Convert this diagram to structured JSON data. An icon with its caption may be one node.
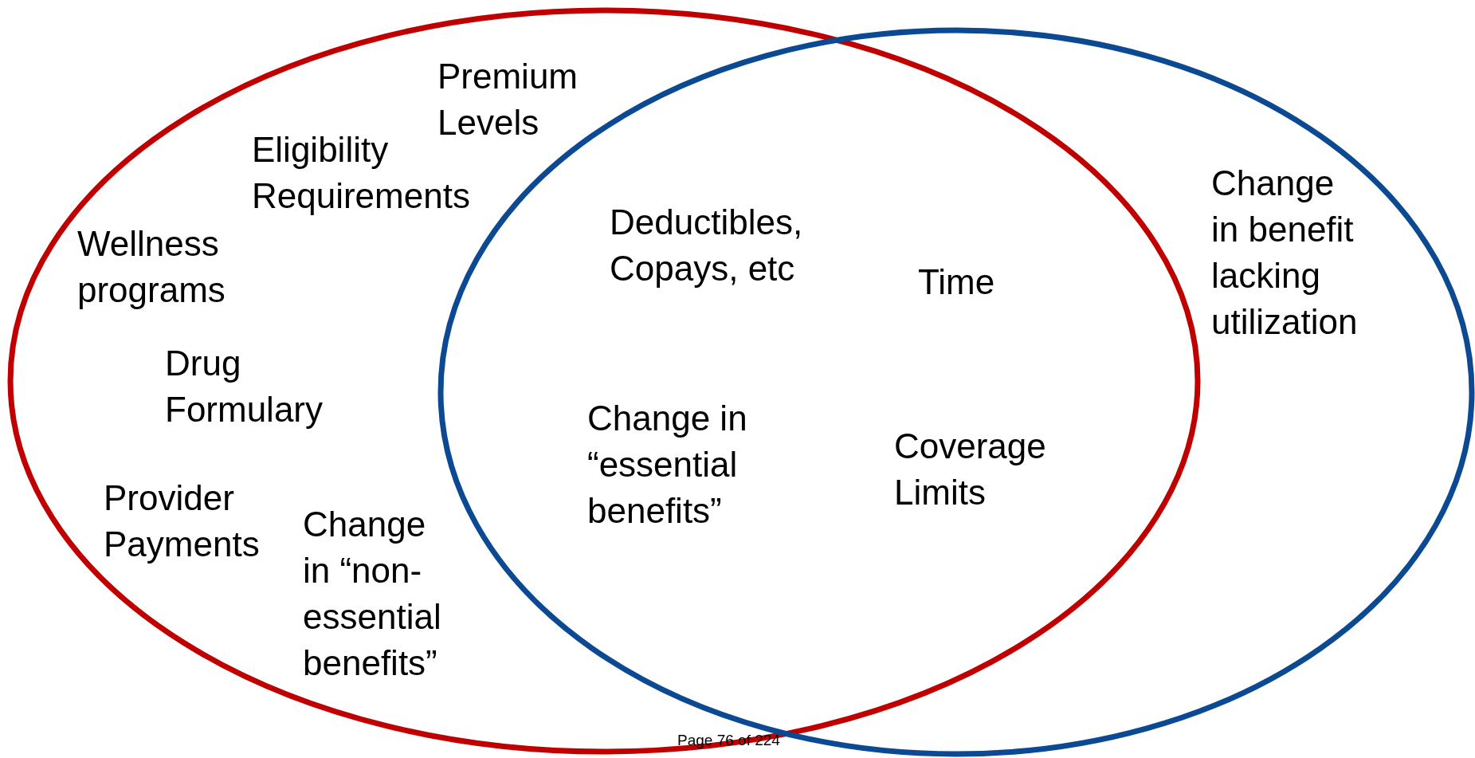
{
  "diagram": {
    "nodes": [
      {
        "text": [],
        "shape": "ellipse"
      },
      {
        "text": [],
        "shape": "ellipse"
      }
    ],
    "edges": [],
    "labels": [
      "Premium Levels",
      "Eligibility Requirements",
      "Wellness programs",
      "Drug Formulary",
      "Provider Payments",
      "Change in “non-essential benefits”",
      "Deductibles, Copays, etc",
      "Time",
      "Change in “essential benefits”",
      "Coverage Limits",
      "Change in benefit lacking utilization",
      "Page 76 of 224"
    ]
  }
}
